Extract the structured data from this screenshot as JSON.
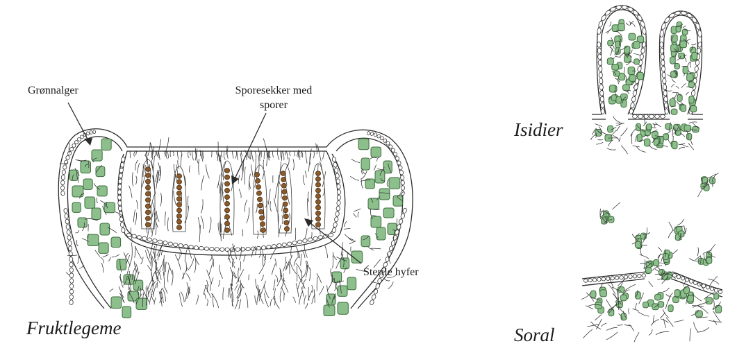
{
  "labels": {
    "gronnalger": "Grønnalger",
    "sporesekker_line1": "Sporesekker med",
    "sporesekker_line2": "sporer",
    "sterile_hyfer": "Sterile hyfer",
    "fruktlegeme": "Fruktlegeme",
    "isidier": "Isidier",
    "soral": "Soral"
  },
  "colors": {
    "alga_fill": "#8cbf8c",
    "alga_stroke": "#3d6b3d",
    "spore_fill": "#8a5a2b",
    "spore_stroke": "#4a2e12",
    "ink": "#2b2b2b"
  }
}
